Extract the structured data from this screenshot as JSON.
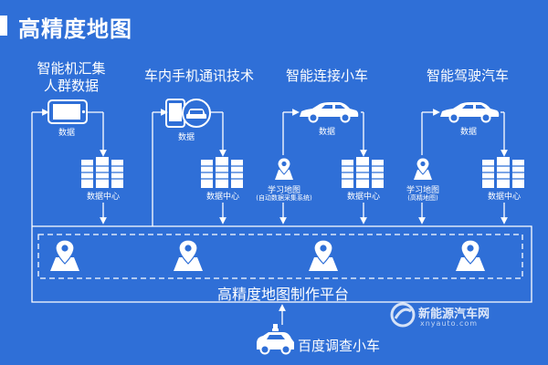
{
  "title": "高精度地图",
  "columns": [
    {
      "title_line1": "智能机汇集",
      "title_line2": "人群数据",
      "device": "phone-icon",
      "data_label": "数据",
      "center_label": "数据中心"
    },
    {
      "title_line1": "车内手机通讯技术",
      "device": "phone-car-icon",
      "data_label": "数据",
      "center_label": "数据中心"
    },
    {
      "title_line1": "智能连接小车",
      "device": "car-icon",
      "data_label": "数据",
      "learn_label": "学习地图",
      "learn_sub": "(自动数据采集系统)",
      "center_label": "数据中心"
    },
    {
      "title_line1": "智能驾驶汽车",
      "device": "car-icon",
      "data_label": "数据",
      "learn_label": "学习地图",
      "learn_sub": "(高精地图)",
      "center_label": "数据中心"
    }
  ],
  "platform_label": "高精度地图制作平台",
  "survey_car_label": "百度调查小车",
  "watermark": {
    "name": "新能源汽车网",
    "url": "xnyauto.com"
  }
}
